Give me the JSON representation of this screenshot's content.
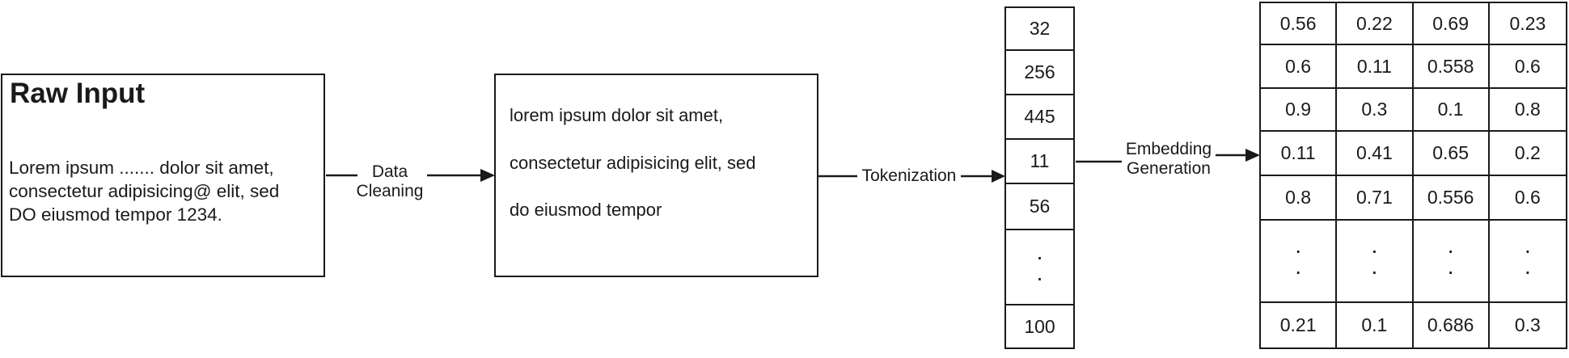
{
  "colors": {
    "ink": "#1a1a1a",
    "background": "#ffffff"
  },
  "raw_input": {
    "title": "Raw Input",
    "lines": [
      "Lorem ipsum ....... dolor sit amet,",
      "consectetur adipisicing@ elit, sed",
      "DO eiusmod tempor 1234."
    ]
  },
  "cleaned_text": {
    "lines": [
      "lorem ipsum dolor sit amet,",
      "consectetur adipisicing elit, sed",
      "do eiusmod tempor"
    ]
  },
  "arrows": {
    "data_cleaning_label": "Data Cleaning",
    "tokenization_label": "Tokenization",
    "embedding_label": "Embedding Generation"
  },
  "tokens": {
    "values": [
      "32",
      "256",
      "445",
      "11",
      "56",
      "·\n·",
      "100"
    ]
  },
  "matrix": {
    "rows": [
      [
        "0.56",
        "0.22",
        "0.69",
        "0.23"
      ],
      [
        "0.6",
        "0.11",
        "0.558",
        "0.6"
      ],
      [
        "0.9",
        "0.3",
        "0.1",
        "0.8"
      ],
      [
        "0.11",
        "0.41",
        "0.65",
        "0.2"
      ],
      [
        "0.8",
        "0.71",
        "0.556",
        "0.6"
      ],
      [
        "·\n·",
        "·\n·",
        "·\n·",
        "·\n·"
      ],
      [
        "0.21",
        "0.1",
        "0.686",
        "0.3"
      ]
    ]
  }
}
